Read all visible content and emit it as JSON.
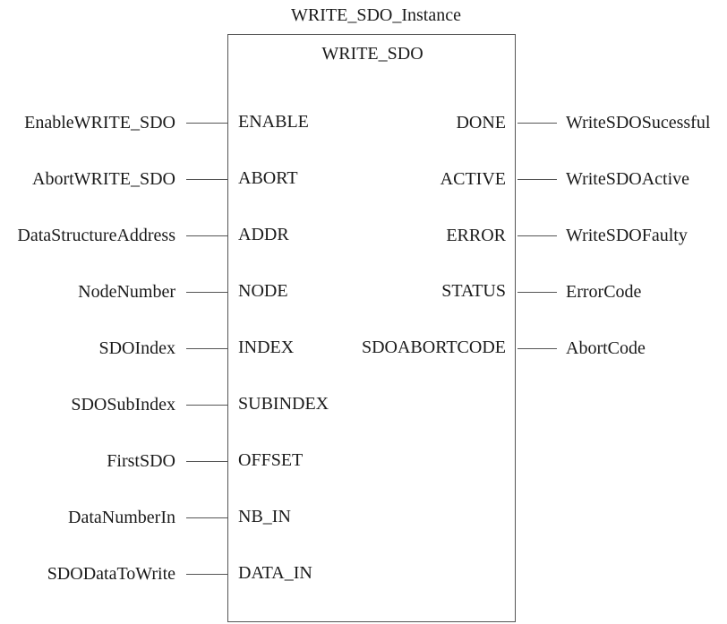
{
  "instance_name": "WRITE_SDO_Instance",
  "block_type": "WRITE_SDO",
  "inputs": [
    {
      "variable": "EnableWRITE_SDO",
      "pin": "ENABLE"
    },
    {
      "variable": "AbortWRITE_SDO",
      "pin": "ABORT"
    },
    {
      "variable": "DataStructureAddress",
      "pin": "ADDR"
    },
    {
      "variable": "NodeNumber",
      "pin": "NODE"
    },
    {
      "variable": "SDOIndex",
      "pin": "INDEX"
    },
    {
      "variable": "SDOSubIndex",
      "pin": "SUBINDEX"
    },
    {
      "variable": "FirstSDO",
      "pin": "OFFSET"
    },
    {
      "variable": "DataNumberIn",
      "pin": "NB_IN"
    },
    {
      "variable": "SDODataToWrite",
      "pin": "DATA_IN"
    }
  ],
  "outputs": [
    {
      "pin": "DONE",
      "variable": "WriteSDOSucessful"
    },
    {
      "pin": "ACTIVE",
      "variable": "WriteSDOActive"
    },
    {
      "pin": "ERROR",
      "variable": "WriteSDOFaulty"
    },
    {
      "pin": "STATUS",
      "variable": "ErrorCode"
    },
    {
      "pin": "SDOABORTCODE",
      "variable": "AbortCode"
    }
  ]
}
